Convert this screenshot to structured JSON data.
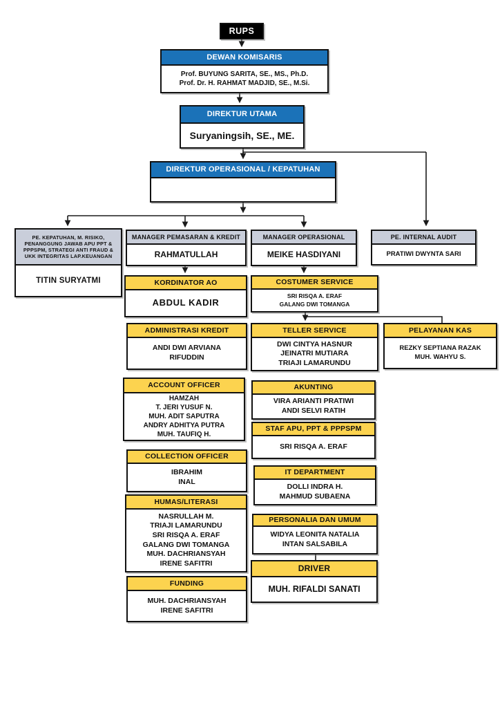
{
  "palette": {
    "blue": "#1B72B8",
    "yellow": "#FCD34F",
    "gray": "#C9CEDA",
    "black": "#000000",
    "line": "#1a1a1a"
  },
  "org": {
    "rups": {
      "title": "RUPS"
    },
    "dewan_komisaris": {
      "title": "DEWAN KOMISARIS",
      "members": "Prof. BUYUNG SARITA, SE., MS., Ph.D.\nProf. Dr. H. RAHMAT MADJID, SE., M.Si."
    },
    "direktur_utama": {
      "title": "DIREKTUR UTAMA",
      "members": "Suryaningsih, SE., ME."
    },
    "direktur_operasional": {
      "title": "DIREKTUR OPERASIONAL / KEPATUHAN",
      "members": ""
    },
    "pe_kepatuhan": {
      "title": "PE. KEPATUHAN, M. RISIKO,\nPENANGGUNG JAWAB APU PPT &\nPPPSPM, STRATEGI ANTI FRAUD &\nUKK INTEGRITAS LAP.KEUANGAN",
      "members": "TITIN SURYATMI"
    },
    "manager_pemasaran": {
      "title": "MANAGER PEMASARAN & KREDIT",
      "members": "RAHMATULLAH"
    },
    "manager_operasional": {
      "title": "MANAGER OPERASIONAL",
      "members": "MEIKE HASDIYANI"
    },
    "pe_internal_audit": {
      "title": "PE. INTERNAL AUDIT",
      "members": "PRATIWI DWYNTA SARI"
    },
    "kordinator_ao": {
      "title": "KORDINATOR AO",
      "members": "ABDUL KADIR"
    },
    "costumer_service": {
      "title": "COSTUMER SERVICE",
      "members": "SRI RISQA A. ERAF\nGALANG DWI TOMANGA"
    },
    "administrasi_kredit": {
      "title": "ADMINISTRASI KREDIT",
      "members": "ANDI DWI ARVIANA\nRIFUDDIN"
    },
    "teller_service": {
      "title": "TELLER SERVICE",
      "members": "DWI CINTYA HASNUR\nJEINATRI MUTIARA\nTRIAJI LAMARUNDU"
    },
    "pelayanan_kas": {
      "title": "PELAYANAN KAS",
      "members": "REZKY SEPTIANA RAZAK\nMUH. WAHYU S."
    },
    "account_officer": {
      "title": "ACCOUNT OFFICER",
      "members": "HAMZAH\nT. JERI YUSUF N.\nMUH. ADIT SAPUTRA\nANDRY ADHITYA PUTRA\nMUH. TAUFIQ H."
    },
    "akunting": {
      "title": "AKUNTING",
      "members": "VIRA ARIANTI PRATIWI\nANDI SELVI RATIH"
    },
    "staf_apu": {
      "title": "STAF APU, PPT & PPPSPM",
      "members": "SRI RISQA A. ERAF"
    },
    "collection_officer": {
      "title": "COLLECTION OFFICER",
      "members": "IBRAHIM\nINAL"
    },
    "it_department": {
      "title": "IT DEPARTMENT",
      "members": "DOLLI INDRA H.\nMAHMUD SUBAENA"
    },
    "humas_literasi": {
      "title": "HUMAS/LITERASI",
      "members": "NASRULLAH M.\nTRIAJI LAMARUNDU\nSRI RISQA A. ERAF\nGALANG DWI TOMANGA\nMUH. DACHRIANSYAH\nIRENE SAFITRI"
    },
    "personalia_umum": {
      "title": "PERSONALIA DAN UMUM",
      "members": "WIDYA LEONITA NATALIA\nINTAN SALSABILA"
    },
    "driver": {
      "title": "DRIVER",
      "members": "MUH. RIFALDI SANATI"
    },
    "funding": {
      "title": "FUNDING",
      "members": "MUH. DACHRIANSYAH\nIRENE SAFITRI"
    }
  }
}
